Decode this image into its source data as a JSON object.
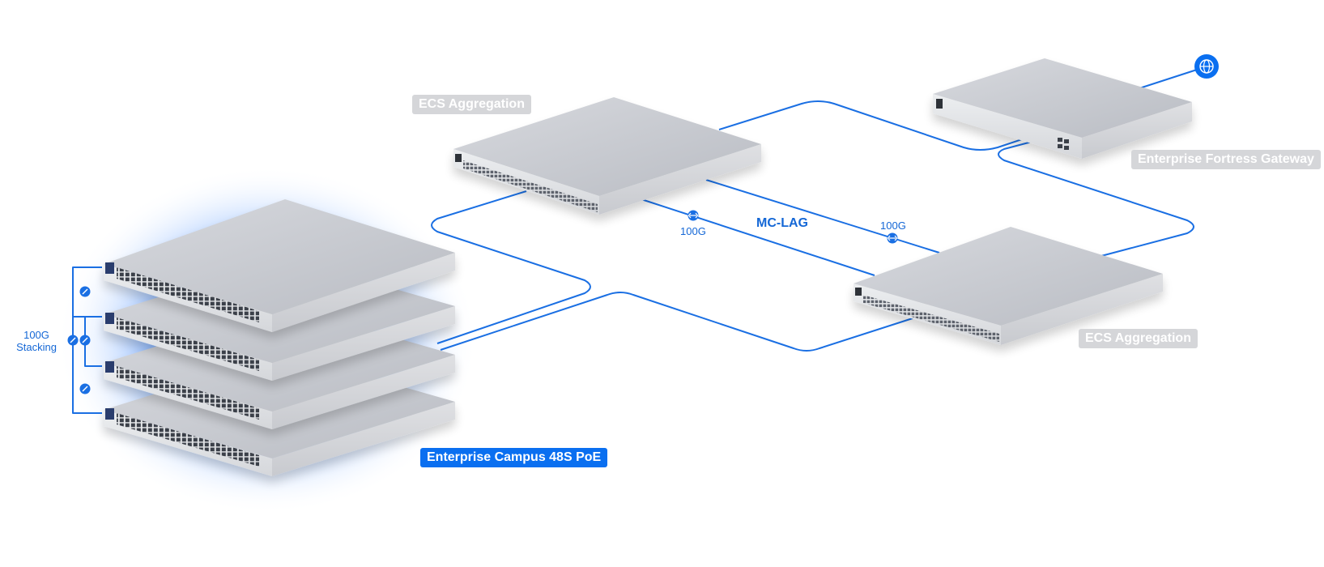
{
  "labels": {
    "ecs_aggregation_top": "ECS Aggregation",
    "ecs_aggregation_right": "ECS Aggregation",
    "fortress_gateway": "Enterprise Fortress Gateway",
    "campus_switch": "Enterprise Campus 48S PoE",
    "mc_lag": "MC-LAG",
    "link_speed_left": "100G",
    "link_speed_right": "100G",
    "stacking_speed": "100G",
    "stacking_word": "Stacking"
  },
  "colors": {
    "link": "#1a6fe3",
    "accent": "#0a6ff0",
    "tag_grey": "#d5d6d9",
    "glow": "#4a8dff"
  },
  "icons": {
    "internet": "globe-icon",
    "link_node": "link-icon"
  }
}
